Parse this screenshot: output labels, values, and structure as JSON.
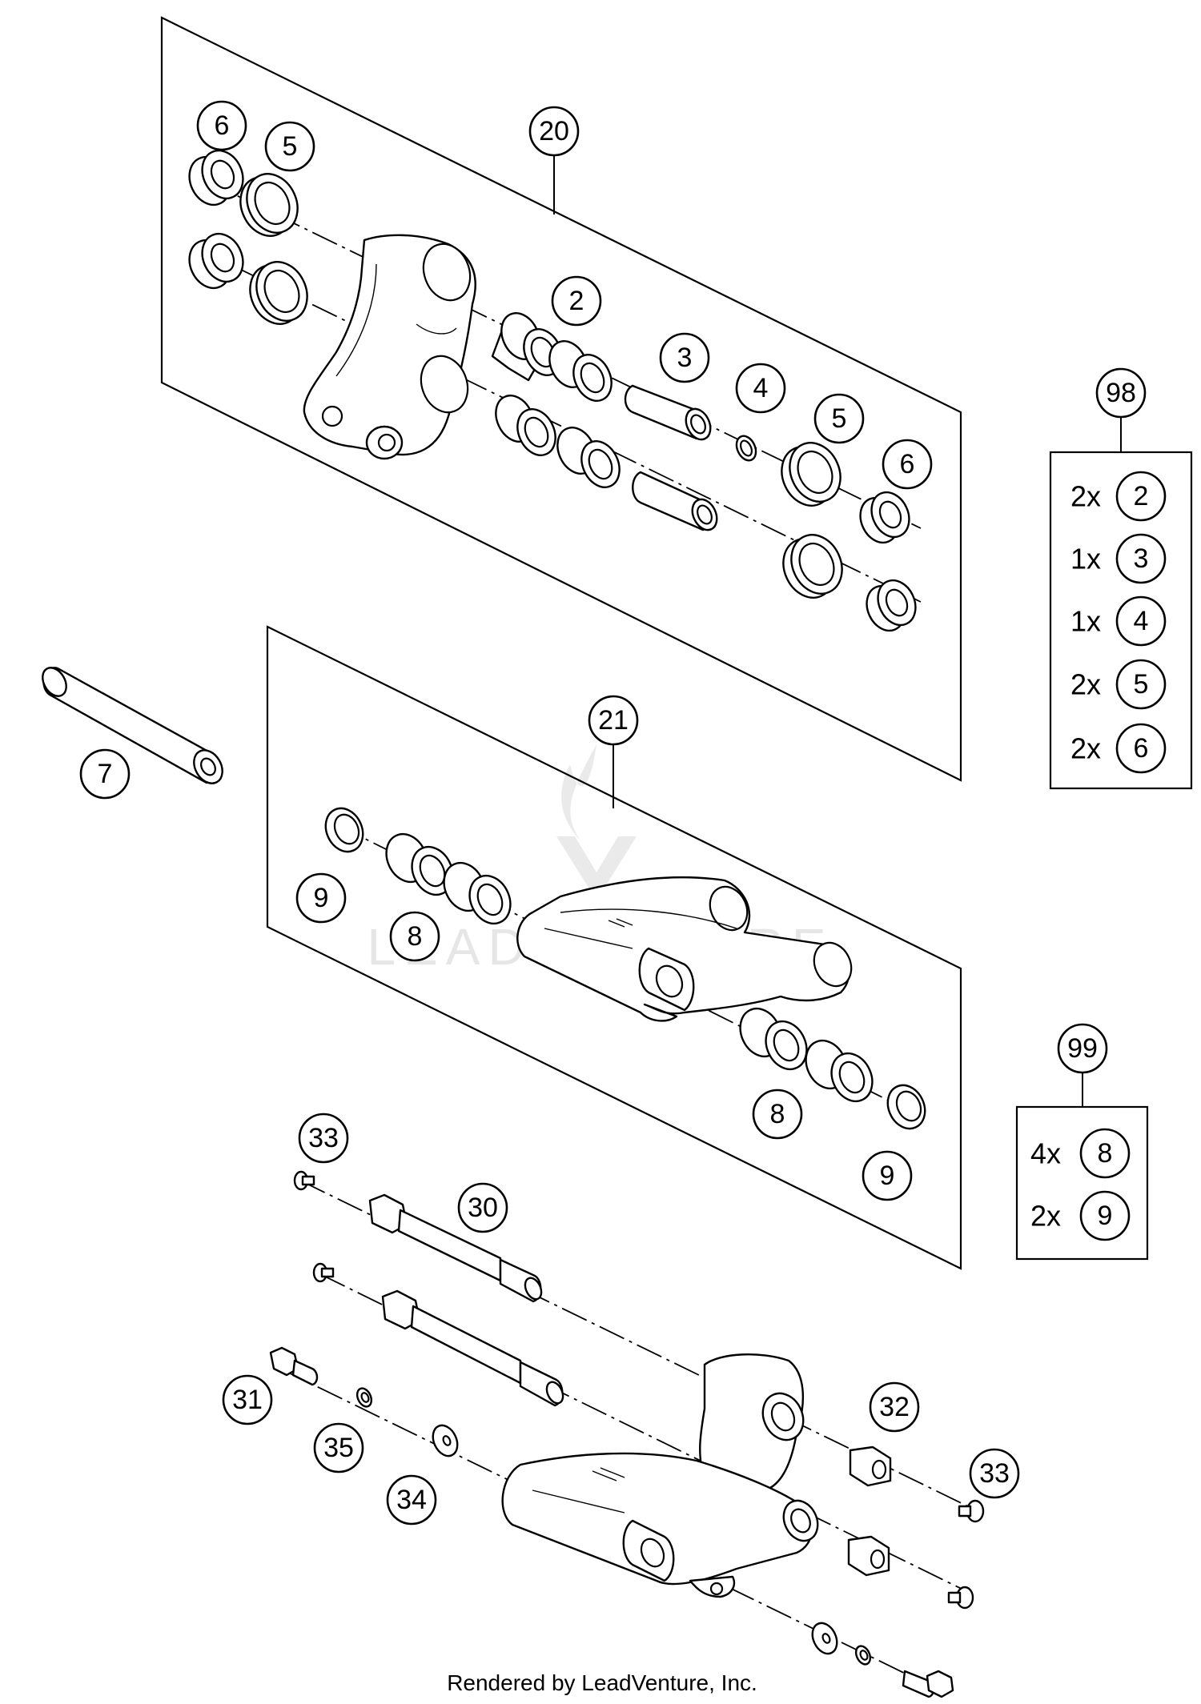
{
  "footer": "Rendered by LeadVenture, Inc.",
  "watermark": "LEADVENTURE",
  "callouts": {
    "c20": "20",
    "c6a": "6",
    "c5a": "5",
    "c2": "2",
    "c3": "3",
    "c4": "4",
    "c5b": "5",
    "c6b": "6",
    "c98": "98",
    "c7": "7",
    "c21": "21",
    "c9a": "9",
    "c8a": "8",
    "c8b": "8",
    "c9b": "9",
    "c99": "99",
    "c33a": "33",
    "c30": "30",
    "c31": "31",
    "c35": "35",
    "c34": "34",
    "c32": "32",
    "c33b": "33"
  },
  "kit98": {
    "items": [
      {
        "qty": "2x",
        "part": "2"
      },
      {
        "qty": "1x",
        "part": "3"
      },
      {
        "qty": "1x",
        "part": "4"
      },
      {
        "qty": "2x",
        "part": "5"
      },
      {
        "qty": "2x",
        "part": "6"
      }
    ]
  },
  "kit99": {
    "items": [
      {
        "qty": "4x",
        "part": "8"
      },
      {
        "qty": "2x",
        "part": "9"
      }
    ]
  }
}
